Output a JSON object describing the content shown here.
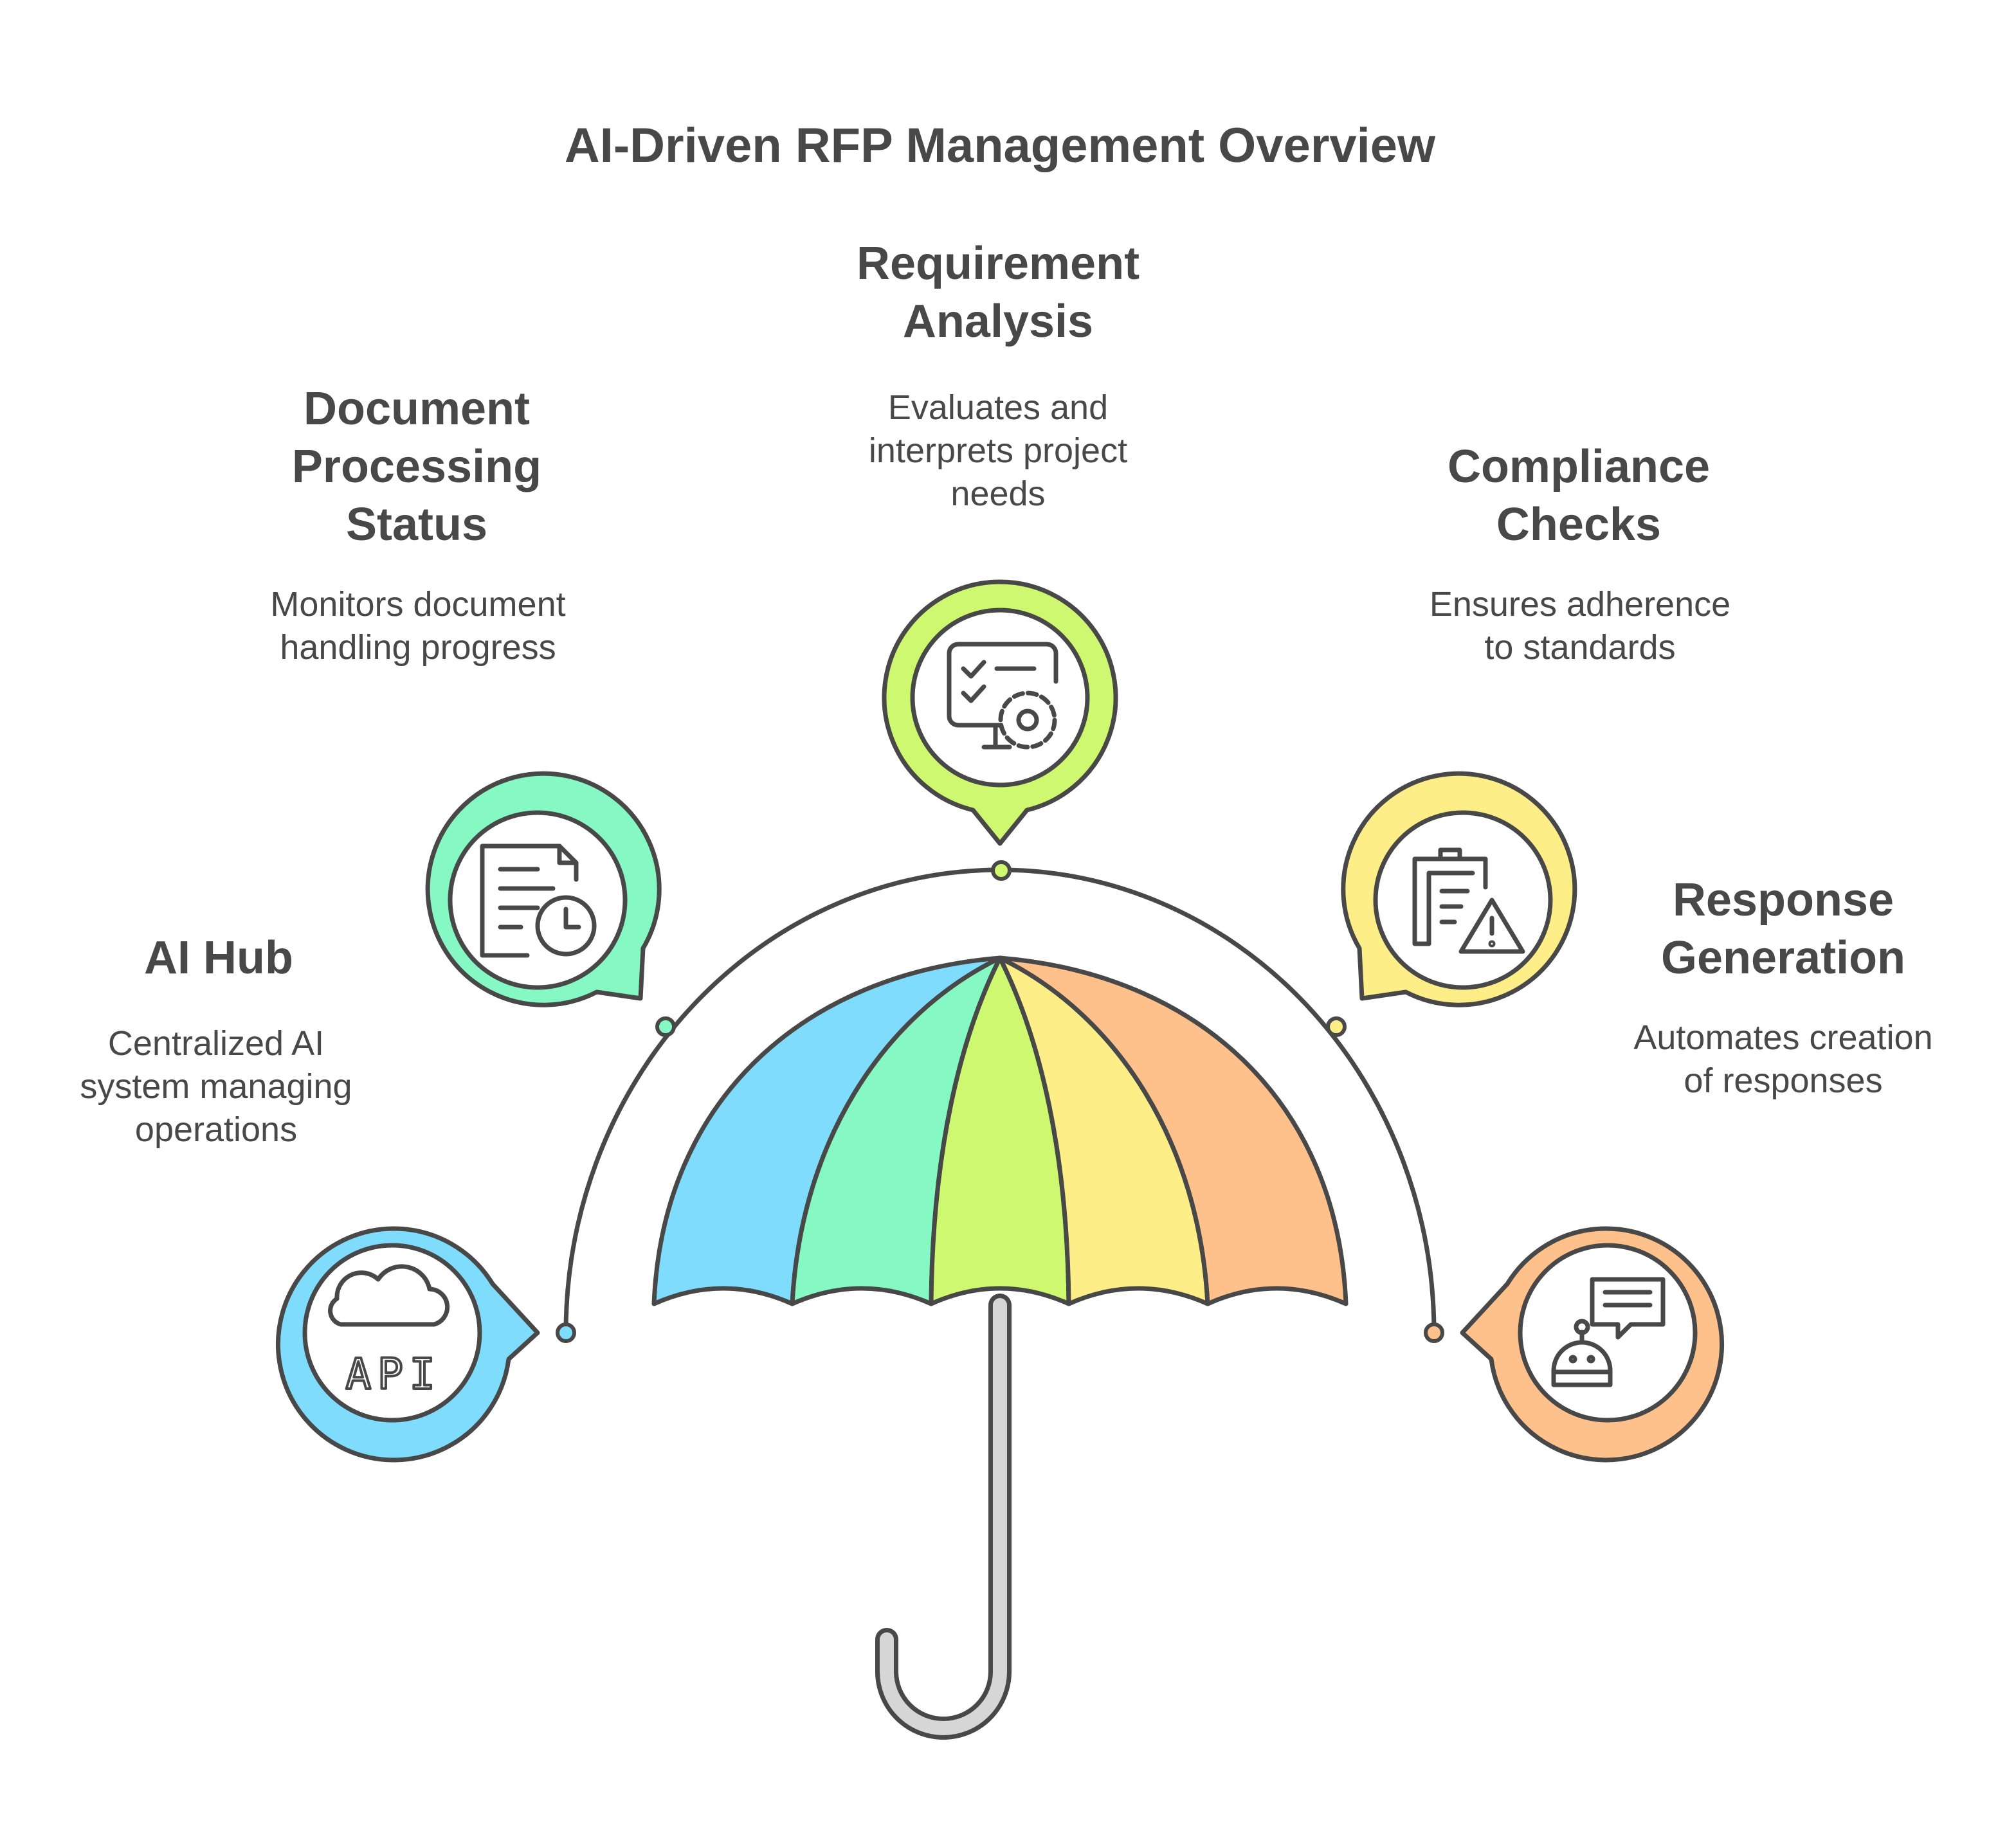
{
  "title": "AI-Driven RFP Management Overview",
  "items": [
    {
      "heading": [
        "AI Hub"
      ],
      "description": [
        "Centralized AI",
        "system managing",
        "operations"
      ],
      "color": "#7fdcfc",
      "icon": "cloud-api-icon",
      "icon_text": "API"
    },
    {
      "heading": [
        "Document",
        "Processing",
        "Status"
      ],
      "description": [
        "Monitors document",
        "handling progress"
      ],
      "color": "#85f8c3",
      "icon": "document-clock-icon"
    },
    {
      "heading": [
        "Requirement",
        "Analysis"
      ],
      "description": [
        "Evaluates and",
        "interprets project",
        "needs"
      ],
      "color": "#cdf86f",
      "icon": "checklist-monitor-gear-icon"
    },
    {
      "heading": [
        "Compliance",
        "Checks"
      ],
      "description": [
        "Ensures adherence",
        "to standards"
      ],
      "color": "#fdee88",
      "icon": "clipboard-warning-icon"
    },
    {
      "heading": [
        "Response",
        "Generation"
      ],
      "description": [
        "Automates creation",
        "of responses"
      ],
      "color": "#fec18b",
      "icon": "robot-chat-icon"
    }
  ],
  "colors": {
    "ink": "#484848",
    "handle": "#d6d6d6",
    "background": "#ffffff"
  }
}
